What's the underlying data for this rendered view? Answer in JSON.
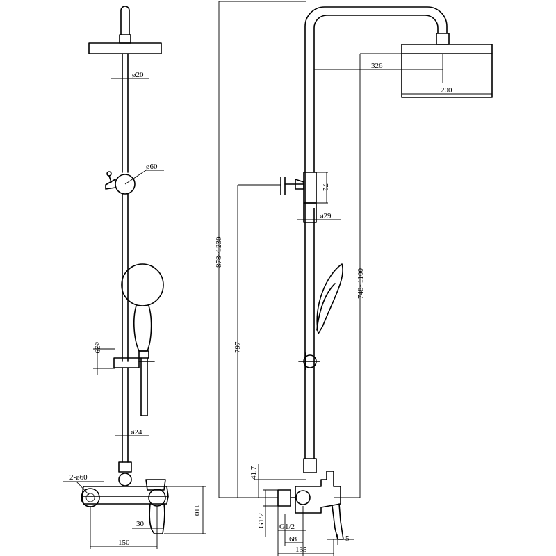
{
  "front_view": {
    "dia_20": "ø20",
    "dia_60": "ø60",
    "dia_39": "ø39",
    "dia_24": "ø24",
    "dia_2x60": "2-ø60",
    "w_150": "150",
    "h_110": "110",
    "w_30": "30"
  },
  "side_view": {
    "arm_326": "326",
    "head_200": "200",
    "h_878_1230": "878~1230",
    "h_72": "72",
    "dia_29": "ø29",
    "h_748_1100": "748~1100",
    "h_797": "797",
    "h_41_7": "41.7",
    "thread_left": "G1/2",
    "thread_right": "G1/2",
    "w_68": "68",
    "w_135": "135",
    "w_5": "5"
  }
}
